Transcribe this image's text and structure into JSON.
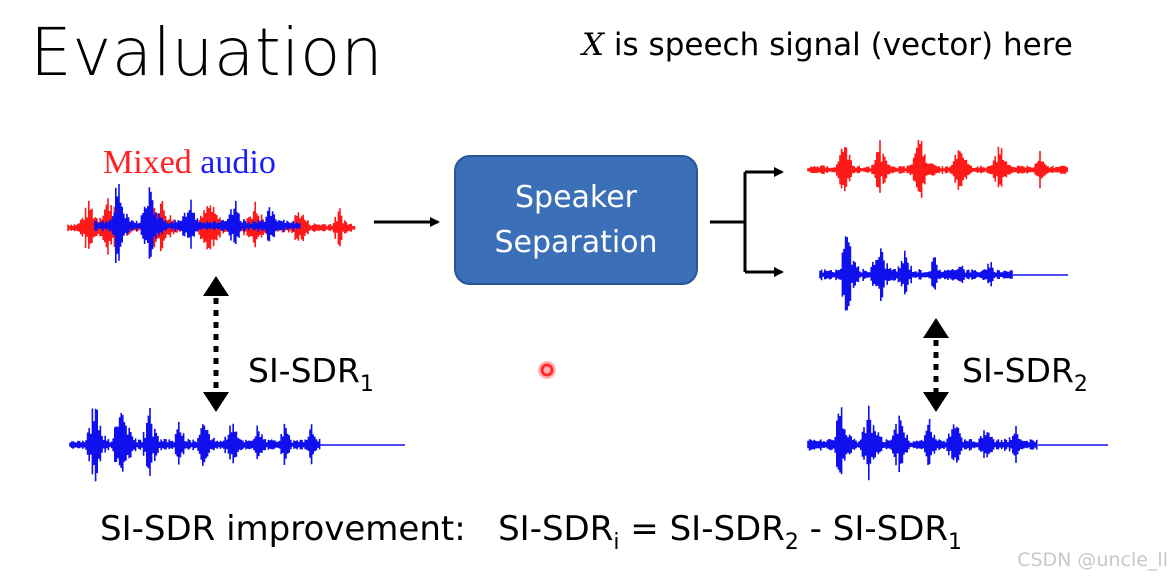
{
  "title": "Evaluation",
  "note": {
    "var": "X",
    "text": " is speech signal (vector) here"
  },
  "mixed_label": {
    "parts": [
      {
        "text": "Mix",
        "color": "#ff2020"
      },
      {
        "text": "ed ",
        "color": "#ff2020"
      },
      {
        "text": "au",
        "color": "#1a1aff"
      },
      {
        "text": "di",
        "color": "#1a1aff"
      },
      {
        "text": "o",
        "color": "#1a1aff"
      }
    ]
  },
  "box": {
    "line1": "Speaker",
    "line2": "Separation",
    "fill": "#3b6fb7"
  },
  "sdr1": {
    "base": "SI-SDR",
    "sub": "1"
  },
  "sdr2": {
    "base": "SI-SDR",
    "sub": "2"
  },
  "formula": {
    "label": "SI-SDR improvement:   ",
    "lhs_base": "SI-SDR",
    "lhs_sub": "i",
    "eq": " = ",
    "t1_base": "SI-SDR",
    "t1_sub": "2",
    "minus": " - ",
    "t2_base": "SI-SDR",
    "t2_sub": "1"
  },
  "watermark": "CSDN @uncle_ll",
  "colors": {
    "red_wave": "#ff1a1a",
    "blue_wave": "#1010ee",
    "pointer": "#ff2a2a"
  }
}
